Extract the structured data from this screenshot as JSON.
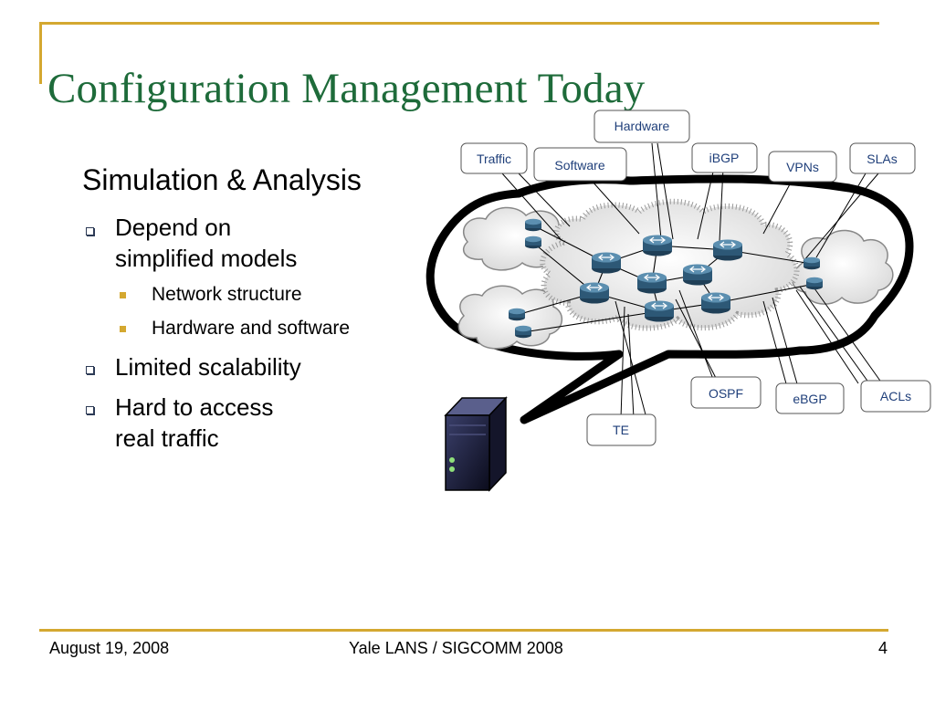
{
  "slide": {
    "title": "Configuration Management Today",
    "section_heading": "Simulation & Analysis",
    "bullets": [
      {
        "lines": [
          "Depend on",
          "simplified models"
        ],
        "sub": [
          "Network structure",
          "Hardware and software"
        ]
      },
      {
        "lines": [
          "Limited scalability"
        ]
      },
      {
        "lines": [
          "Hard to access",
          "real traffic"
        ]
      }
    ]
  },
  "diagram": {
    "callouts": {
      "hardware": "Hardware",
      "traffic": "Traffic",
      "software": "Software",
      "ibgp": "iBGP",
      "vpns": "VPNs",
      "slas": "SLAs",
      "ospf": "OSPF",
      "ebgp": "eBGP",
      "acls": "ACLs",
      "te": "TE"
    }
  },
  "footer": {
    "date": "August 19, 2008",
    "center": "Yale LANS / SIGCOMM 2008",
    "page_number": "4"
  },
  "colors": {
    "title": "#1e6b3a",
    "accent_rule": "#d4a830",
    "callout_text": "#1f3f7a",
    "router": "#3f6f8e"
  }
}
